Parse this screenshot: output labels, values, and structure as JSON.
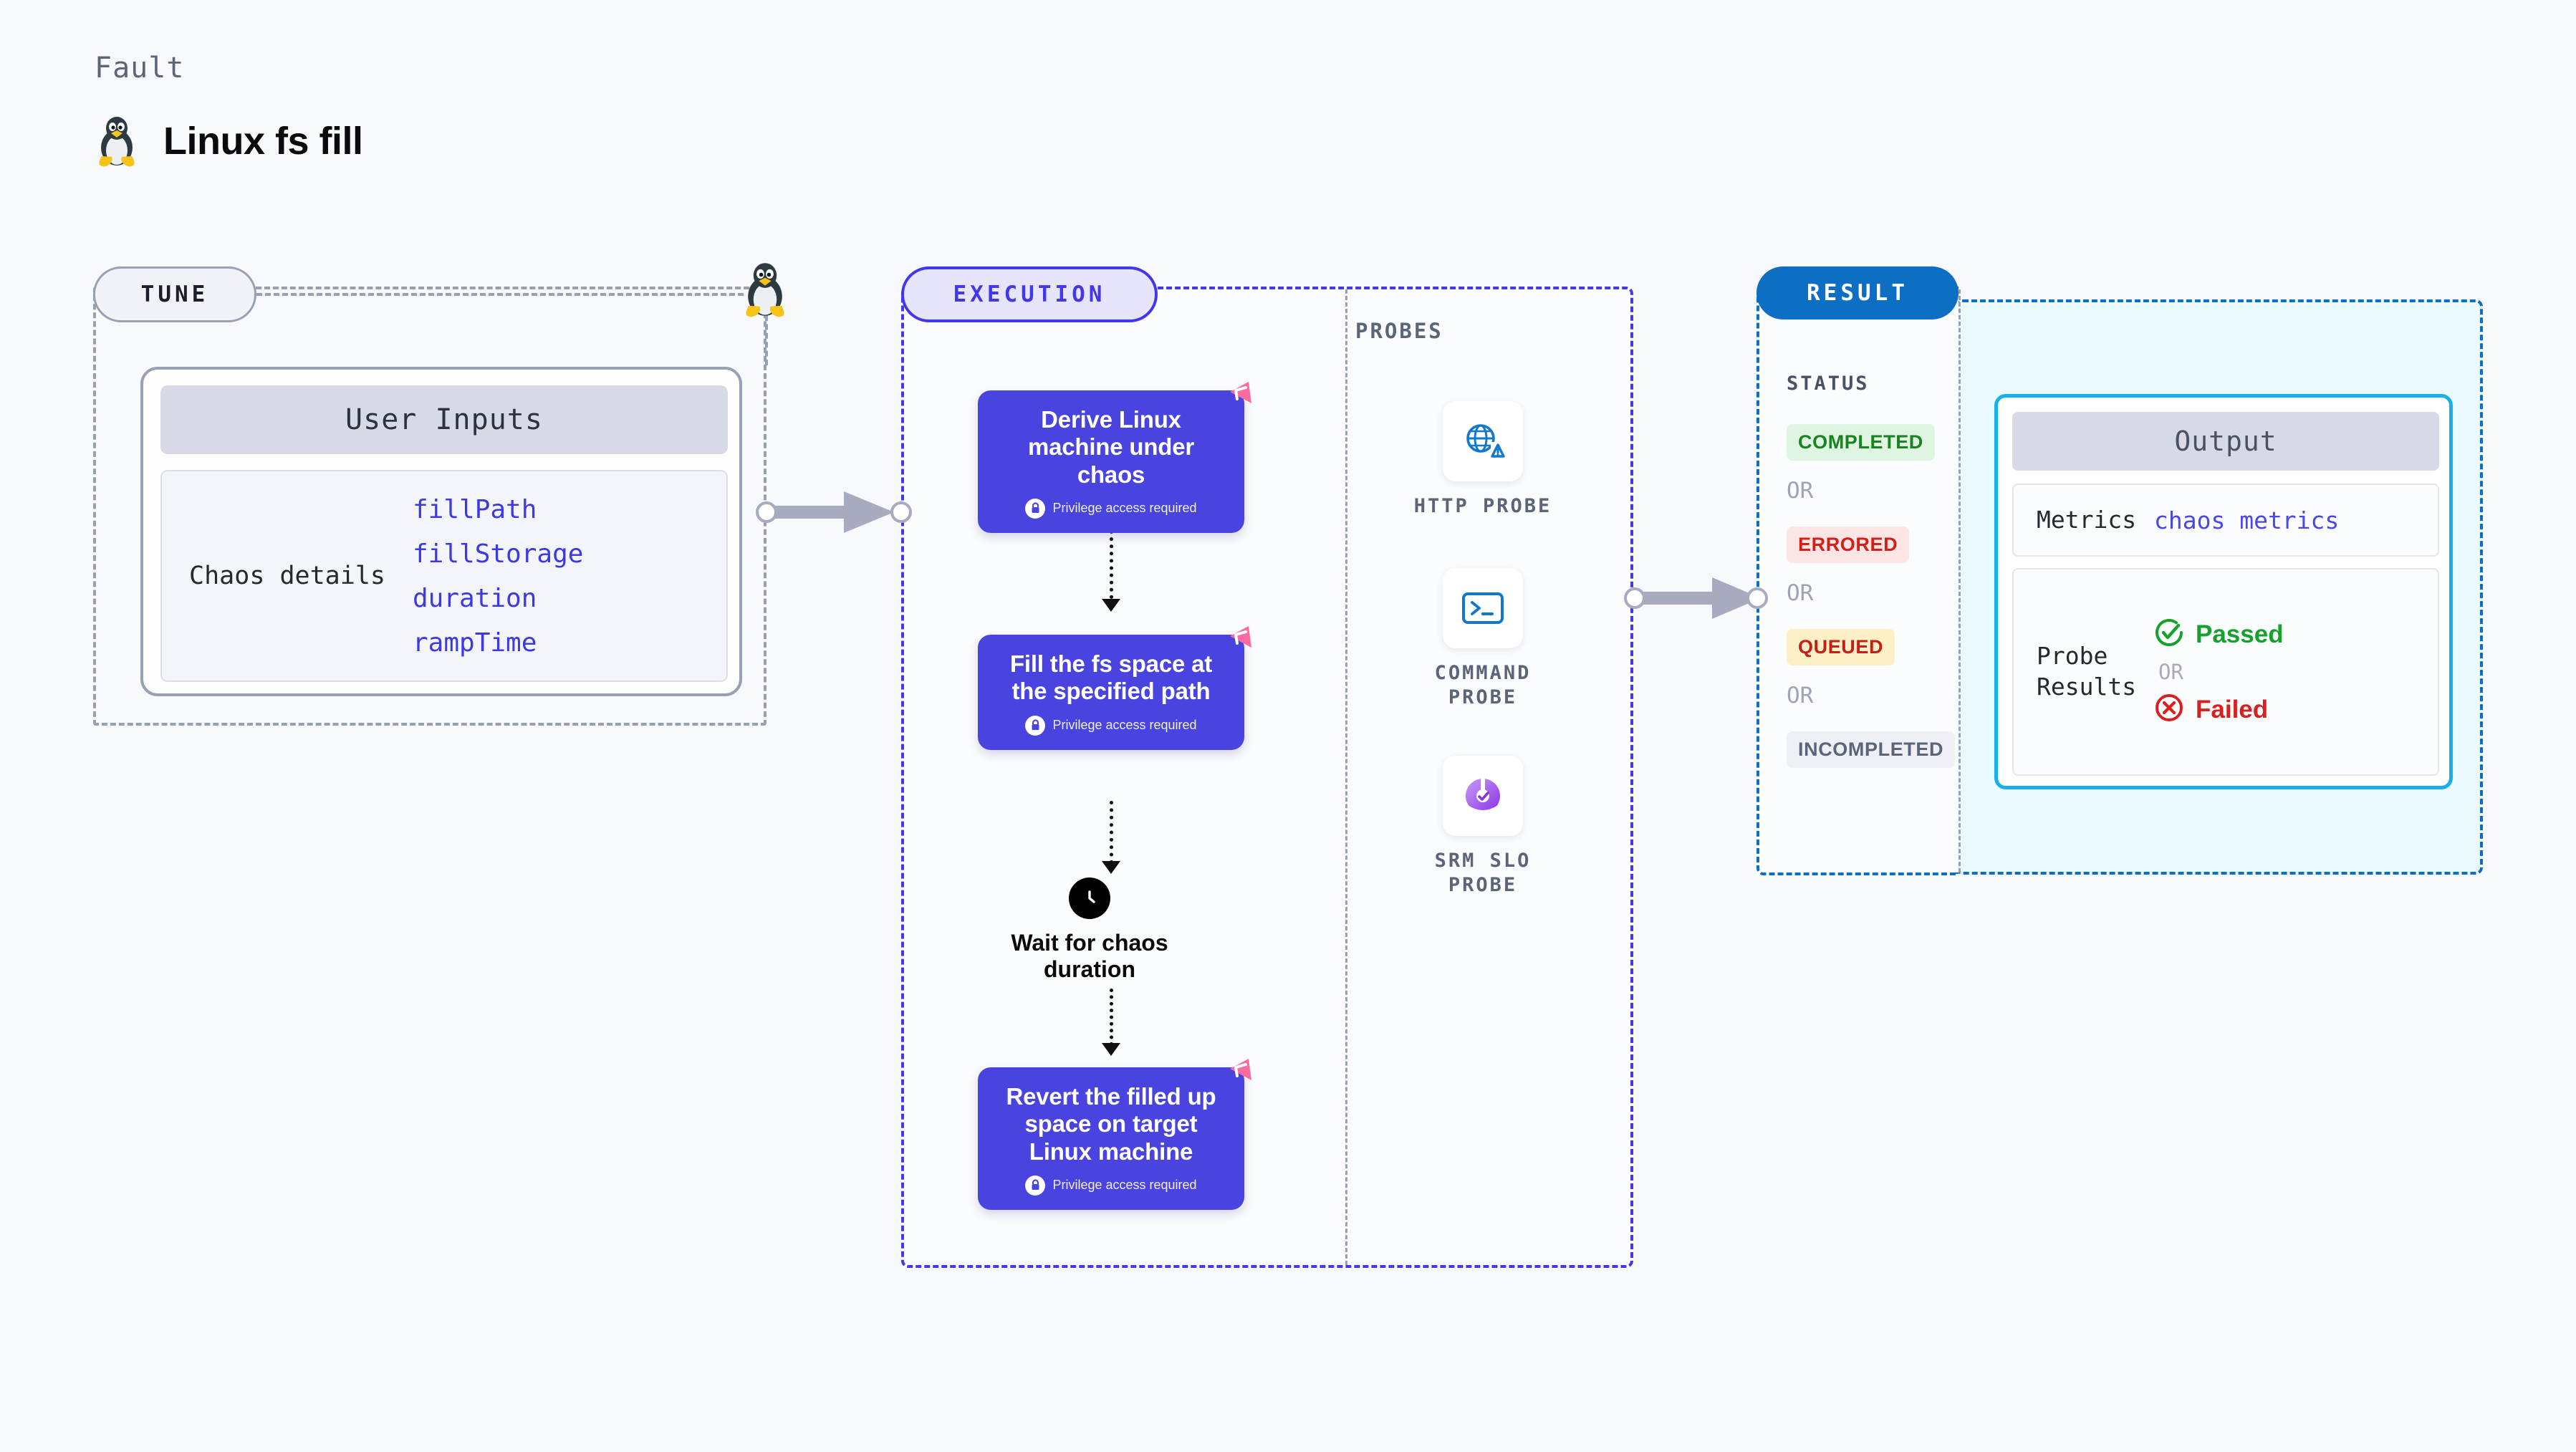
{
  "header": {
    "kicker": "Fault",
    "title": "Linux fs fill",
    "icon": "linux-penguin-icon"
  },
  "tune": {
    "pill_label": "TUNE",
    "connector_icon": "linux-penguin-icon",
    "card": {
      "header": "User Inputs",
      "key": "Chaos details",
      "values": [
        "fillPath",
        "fillStorage",
        "duration",
        "rampTime"
      ]
    }
  },
  "execution": {
    "pill_label": "EXECUTION",
    "steps": [
      {
        "title": "Derive Linux machine under chaos",
        "note": "Privilege access required",
        "note_icon": "lock-icon",
        "flag_icon": "chaos-flag-icon"
      },
      {
        "title": "Fill the fs space at the specified path",
        "note": "Privilege access required",
        "note_icon": "lock-icon",
        "flag_icon": "chaos-flag-icon"
      },
      {
        "title": "Revert the filled up space on target Linux machine",
        "note": "Privilege access required",
        "note_icon": "lock-icon",
        "flag_icon": "chaos-flag-icon"
      }
    ],
    "wait": {
      "icon": "clock-icon",
      "label": "Wait for chaos duration"
    }
  },
  "probes": {
    "title": "PROBES",
    "items": [
      {
        "label": "HTTP PROBE",
        "icon": "globe-warning-icon"
      },
      {
        "label": "COMMAND PROBE",
        "icon": "terminal-icon"
      },
      {
        "label": "SRM SLO PROBE",
        "icon": "slo-donut-check-icon"
      }
    ]
  },
  "result": {
    "pill_label": "RESULT",
    "status_title": "STATUS",
    "or_label": "OR",
    "statuses": [
      {
        "label": "COMPLETED",
        "bg": "#DFF5E1",
        "fg": "#17841F"
      },
      {
        "label": "ERRORED",
        "bg": "#FBE5E5",
        "fg": "#D32118"
      },
      {
        "label": "QUEUED",
        "bg": "#FDF0C7",
        "fg": "#C51E14"
      },
      {
        "label": "INCOMPLETED",
        "bg": "#EFF0F5",
        "fg": "#5B6478"
      }
    ],
    "output": {
      "header": "Output",
      "metrics_key": "Metrics",
      "metrics_value": "chaos metrics",
      "probe_results_key": "Probe Results",
      "passed_label": "Passed",
      "passed_icon": "check-circle-icon",
      "failed_label": "Failed",
      "failed_icon": "x-circle-icon",
      "or_label": "OR"
    }
  },
  "colors": {
    "accent_blue": "#4944E0",
    "result_blue": "#0D6FC4",
    "output_cyan": "#18B0E8",
    "flag_pink": "#FB6AA0",
    "panel_lavender": "#E4E2FB",
    "page_bg": "#F8F9FC"
  }
}
